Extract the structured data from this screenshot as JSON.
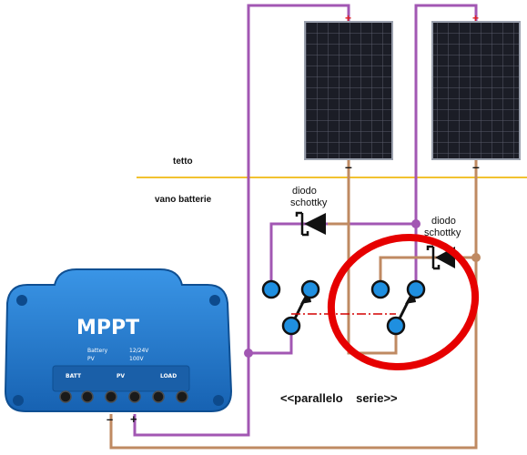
{
  "labels": {
    "roof": "tetto",
    "battery_room": "vano batterie",
    "diode_left_line1": "diodo",
    "diode_left_line2": "schottky",
    "diode_right_line1": "diodo",
    "diode_right_line2": "schottky",
    "mode_caption": "<<parallelo    serie>>"
  },
  "panels": {
    "left": {
      "positive": "+",
      "negative": "–"
    },
    "right": {
      "positive": "+",
      "negative": "–"
    }
  },
  "controller": {
    "title": "MPPT",
    "spec_battery_label": "Battery",
    "spec_battery_value": "12/24V",
    "spec_pv_label": "PV",
    "spec_pv_value": "100V",
    "terminal_batt": "BATT",
    "terminal_pv": "PV",
    "terminal_load": "LOAD",
    "pv_plus": "+",
    "pv_minus": "–"
  },
  "colors": {
    "positive_wire": "#a257b3",
    "negative_wire": "#bf8a62",
    "divider_line": "#f2c230",
    "switch_contact": "#1f8fe0",
    "highlight_circle": "#e60000",
    "controller_body": "#1f76c9"
  }
}
